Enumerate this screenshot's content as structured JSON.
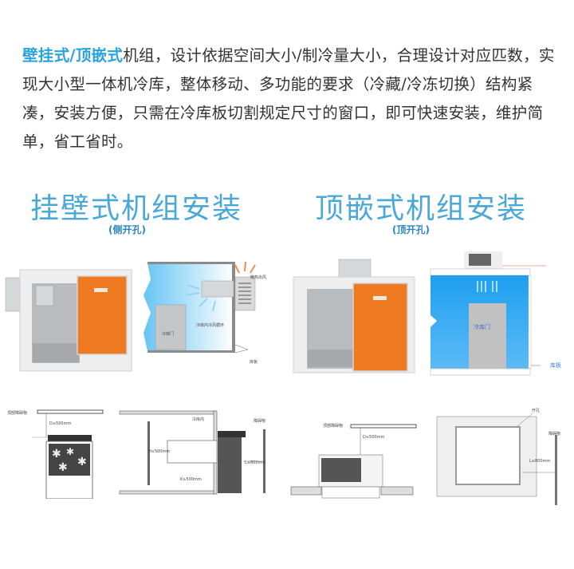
{
  "intro": {
    "highlight": "壁挂式/顶嵌式",
    "text": "机组，设计依据空间大小/制冷量大小，合理设计对应匹数，实现大小型一体机冷库，整体移动、多功能的要求（冷藏/冷冻切换）结构紧凑，安装方便，只需在冷库板切割规定尺寸的窗口，即可快速安装，维护简单，省工省时。",
    "highlight_color": "#29a3e0"
  },
  "sections": [
    {
      "title": "挂壁式机组安装",
      "subtitle": "(侧开孔)",
      "diagram_labels": {
        "exhaust": "散热出风",
        "cold_air": "冷库内冷风循环",
        "door": "冷库门",
        "panel": "库板"
      },
      "plan_labels": {
        "top_obstacle": "顶部障碍物",
        "clearance_top": "D≥500mm",
        "inside": "冷库内",
        "obstacle": "障碍物",
        "h_clearance": "H≥500mm",
        "k_clearance": "K≥500mm",
        "l_clearance": "L≥800mm"
      }
    },
    {
      "title": "顶嵌式机组安装",
      "subtitle": "(顶开孔)",
      "diagram_labels": {
        "door": "冷库门",
        "panel": "库板"
      },
      "plan_labels": {
        "top_obstacle": "顶部障碍物",
        "clearance_top": "D≥500mm",
        "opening": "开孔",
        "obstacle": "障碍物",
        "l_clearance": "L≥800mm"
      }
    }
  ],
  "colors": {
    "title_blue": "#4aa8d8",
    "door_orange": "#ee7a22",
    "room_blue": "#1ea0f0"
  }
}
